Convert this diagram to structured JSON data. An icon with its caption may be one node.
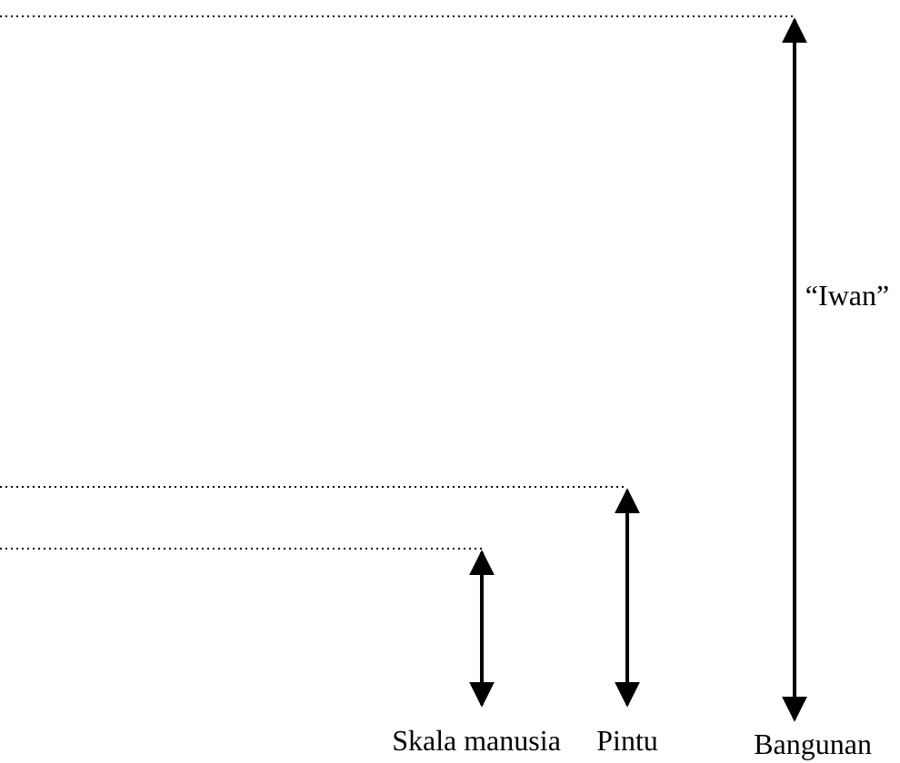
{
  "diagram": {
    "labels": [
      "“Iwan”",
      "Skala manusia",
      "Pintu",
      "Bangunan"
    ]
  }
}
